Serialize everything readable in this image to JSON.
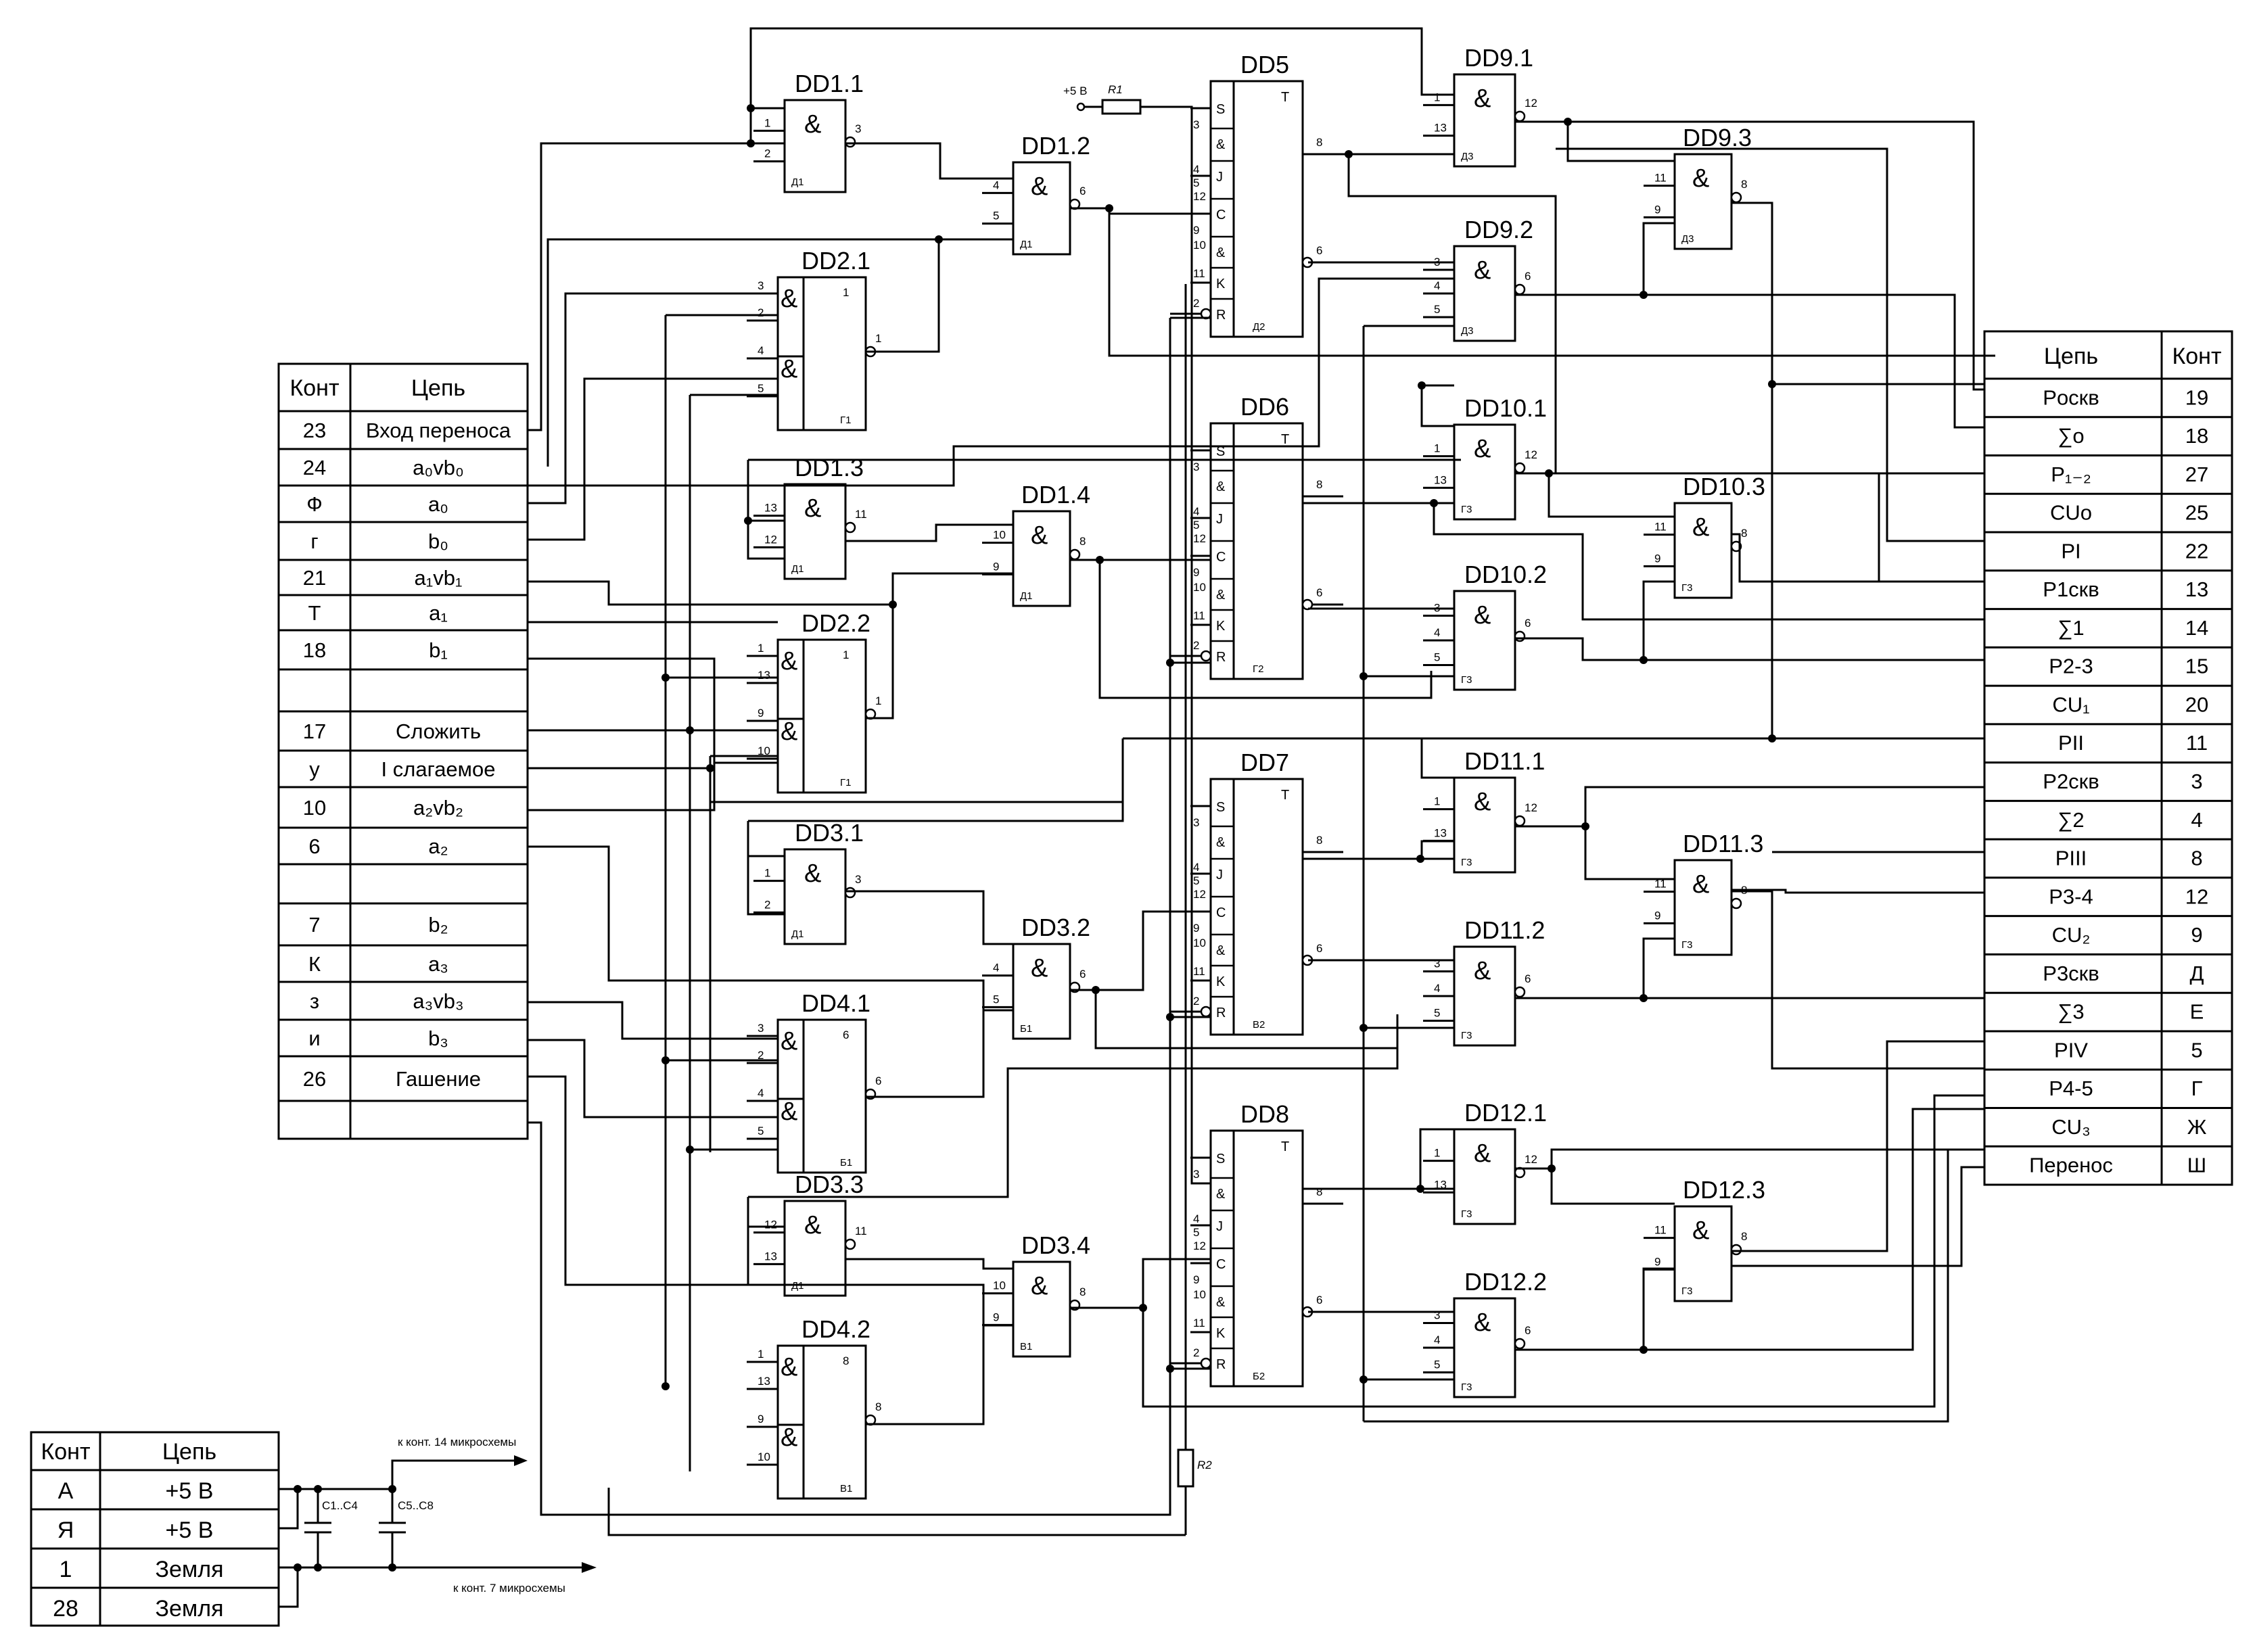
{
  "left_table": {
    "headers": {
      "kont": "Конт",
      "circuit": "Цепь"
    },
    "rows": [
      {
        "kont": "23",
        "circuit": "Вход переноса"
      },
      {
        "kont": "24",
        "circuit": "a₀vb₀"
      },
      {
        "kont": "Ф",
        "circuit": "a₀"
      },
      {
        "kont": "г",
        "circuit": "b₀"
      },
      {
        "kont": "21",
        "circuit": "a₁vb₁"
      },
      {
        "kont": "Т",
        "circuit": "a₁"
      },
      {
        "kont": "18",
        "circuit": "b₁"
      },
      {
        "kont": "",
        "circuit": ""
      },
      {
        "kont": "17",
        "circuit": "Сложить"
      },
      {
        "kont": "у",
        "circuit": "I слагаемое"
      },
      {
        "kont": "10",
        "circuit": "a₂vb₂"
      },
      {
        "kont": "6",
        "circuit": "a₂"
      },
      {
        "kont": "",
        "circuit": ""
      },
      {
        "kont": "7",
        "circuit": "b₂"
      },
      {
        "kont": "К",
        "circuit": "a₃"
      },
      {
        "kont": "з",
        "circuit": "a₃vb₃"
      },
      {
        "kont": "и",
        "circuit": "b₃"
      },
      {
        "kont": "26",
        "circuit": "Гашение"
      }
    ]
  },
  "right_table": {
    "headers": {
      "circuit": "Цепь",
      "kont": "Конт"
    },
    "rows": [
      {
        "circuit": "Pоскв",
        "kont": "19"
      },
      {
        "circuit": "∑o",
        "kont": "18"
      },
      {
        "circuit": "P₁₋₂",
        "kont": "27"
      },
      {
        "circuit": "CUo",
        "kont": "25"
      },
      {
        "circuit": "PI",
        "kont": "22"
      },
      {
        "circuit": "P1скв",
        "kont": "13"
      },
      {
        "circuit": "∑1",
        "kont": "14"
      },
      {
        "circuit": "P2-3",
        "kont": "15"
      },
      {
        "circuit": "CU₁",
        "kont": "20"
      },
      {
        "circuit": "PII",
        "kont": "11"
      },
      {
        "circuit": "P2скв",
        "kont": "3"
      },
      {
        "circuit": "∑2",
        "kont": "4"
      },
      {
        "circuit": "PIII",
        "kont": "8"
      },
      {
        "circuit": "P3-4",
        "kont": "12"
      },
      {
        "circuit": "CU₂",
        "kont": "9"
      },
      {
        "circuit": "P3скв",
        "kont": "Д"
      },
      {
        "circuit": "∑3",
        "kont": "Е"
      },
      {
        "circuit": "PIV",
        "kont": "5"
      },
      {
        "circuit": "P4-5",
        "kont": "Г"
      },
      {
        "circuit": "CU₃",
        "kont": "Ж"
      },
      {
        "circuit": "Перенос",
        "kont": "Ш"
      }
    ]
  },
  "power_table": {
    "headers": {
      "kont": "Конт",
      "circuit": "Цепь"
    },
    "rows": [
      {
        "kont": "А",
        "circuit": "+5 В"
      },
      {
        "kont": "Я",
        "circuit": "+5 В"
      },
      {
        "kont": "1",
        "circuit": "Земля"
      },
      {
        "kont": "28",
        "circuit": "Земля"
      }
    ]
  },
  "power_notes": {
    "to_pin14": "к конт. 14 микросхемы",
    "to_pin7": "к конт. 7 микросхемы",
    "cap1": "C1..C4",
    "cap2": "C5..C8",
    "r1": "R1",
    "r2": "R2",
    "vplus": "+5 В"
  },
  "gates": [
    {
      "name": "DD1.1",
      "symbol": "&",
      "pos": "Д1",
      "in": [
        "1",
        "2"
      ],
      "out": "3"
    },
    {
      "name": "DD1.2",
      "symbol": "&",
      "pos": "Д1",
      "in": [
        "4",
        "5"
      ],
      "out": "6"
    },
    {
      "name": "DD1.3",
      "symbol": "&",
      "pos": "Д1",
      "in": [
        "13",
        "12"
      ],
      "out": "11"
    },
    {
      "name": "DD1.4",
      "symbol": "&",
      "pos": "Д1",
      "in": [
        "10",
        "9"
      ],
      "out": "8"
    },
    {
      "name": "DD2.1",
      "symbol": "&",
      "pos": "Г1",
      "in": [
        "3",
        "2",
        "4",
        "5"
      ],
      "out": "1"
    },
    {
      "name": "DD2.2",
      "symbol": "&",
      "pos": "Г1",
      "in": [
        "1",
        "13",
        "9",
        "10"
      ],
      "out": "1"
    },
    {
      "name": "DD3.1",
      "symbol": "&",
      "pos": "Д1",
      "in": [
        "1",
        "2"
      ],
      "out": "3"
    },
    {
      "name": "DD3.2",
      "symbol": "&",
      "pos": "Б1",
      "in": [
        "4",
        "5"
      ],
      "out": "6"
    },
    {
      "name": "DD3.3",
      "symbol": "&",
      "pos": "Д1",
      "in": [
        "12",
        "13"
      ],
      "out": "11"
    },
    {
      "name": "DD3.4",
      "symbol": "&",
      "pos": "В1",
      "in": [
        "10",
        "9"
      ],
      "out": "8"
    },
    {
      "name": "DD4.1",
      "symbol": "&",
      "pos": "Б1",
      "in": [
        "3",
        "2",
        "4",
        "5"
      ],
      "out": "6"
    },
    {
      "name": "DD4.2",
      "symbol": "&",
      "pos": "В1",
      "in": [
        "1",
        "13",
        "9",
        "10"
      ],
      "out": "8"
    },
    {
      "name": "DD9.1",
      "symbol": "&",
      "pos": "Д3",
      "in": [
        "1",
        "13"
      ],
      "out": "12"
    },
    {
      "name": "DD9.2",
      "symbol": "&",
      "pos": "Д3",
      "in": [
        "3",
        "4",
        "5"
      ],
      "out": "6"
    },
    {
      "name": "DD9.3",
      "symbol": "&",
      "pos": "Д3",
      "in": [
        "11",
        "9"
      ],
      "out": "8"
    },
    {
      "name": "DD10.1",
      "symbol": "&",
      "pos": "Г3",
      "in": [
        "1",
        "13"
      ],
      "out": "12"
    },
    {
      "name": "DD10.2",
      "symbol": "&",
      "pos": "Г3",
      "in": [
        "3",
        "4",
        "5"
      ],
      "out": "6"
    },
    {
      "name": "DD10.3",
      "symbol": "&",
      "pos": "Г3",
      "in": [
        "11",
        "9"
      ],
      "out": "8"
    },
    {
      "name": "DD11.1",
      "symbol": "&",
      "pos": "Г3",
      "in": [
        "1",
        "13"
      ],
      "out": "12"
    },
    {
      "name": "DD11.2",
      "symbol": "&",
      "pos": "Г3",
      "in": [
        "3",
        "4",
        "5"
      ],
      "out": "6"
    },
    {
      "name": "DD11.3",
      "symbol": "&",
      "pos": "Г3",
      "in": [
        "11",
        "9"
      ],
      "out": "8"
    },
    {
      "name": "DD12.1",
      "symbol": "&",
      "pos": "Г3",
      "in": [
        "1",
        "13"
      ],
      "out": "12"
    },
    {
      "name": "DD12.2",
      "symbol": "&",
      "pos": "Г3",
      "in": [
        "3",
        "4",
        "5"
      ],
      "out": "6"
    },
    {
      "name": "DD12.3",
      "symbol": "&",
      "pos": "Г3",
      "in": [
        "11",
        "9"
      ],
      "out": "8"
    }
  ],
  "triggers": [
    {
      "name": "DD5",
      "type": "T",
      "pos": "Д2",
      "pins": [
        "S",
        "&",
        "J",
        "C",
        "&",
        "K",
        "R"
      ],
      "pin_nums": [
        "3",
        "4\n5\n12",
        "9\n10",
        "11",
        "2"
      ],
      "out_q": "8",
      "out_nq": "6"
    },
    {
      "name": "DD6",
      "type": "T",
      "pos": "Г2",
      "pins": [
        "S",
        "&",
        "J",
        "C",
        "&",
        "K",
        "R"
      ],
      "out_q": "8",
      "out_nq": "6"
    },
    {
      "name": "DD7",
      "type": "T",
      "pos": "В2",
      "pins": [
        "S",
        "&",
        "J",
        "C",
        "&",
        "K",
        "R"
      ],
      "out_q": "8",
      "out_nq": "6"
    },
    {
      "name": "DD8",
      "type": "T",
      "pos": "Б2",
      "pins": [
        "S",
        "&",
        "J",
        "C",
        "&",
        "K",
        "R"
      ],
      "out_q": "8",
      "out_nq": "6"
    }
  ]
}
